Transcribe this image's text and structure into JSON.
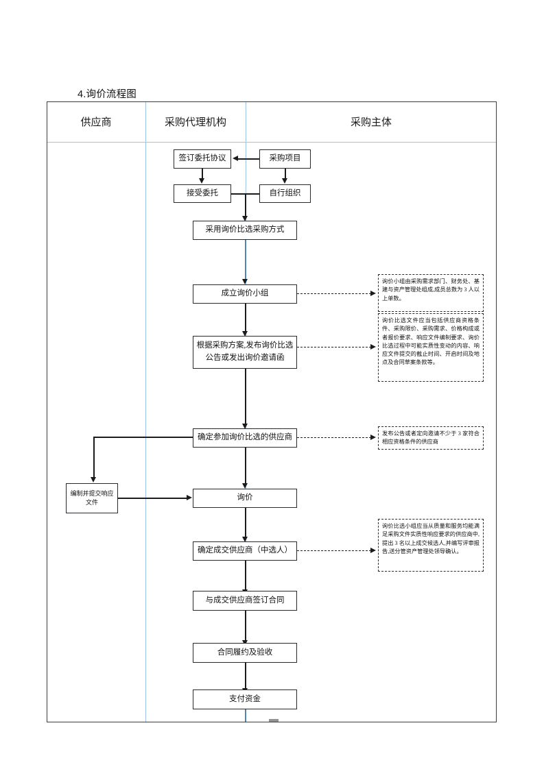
{
  "document": {
    "title": "4.询价流程图"
  },
  "lanes": [
    {
      "id": "supplier",
      "label": "供应商"
    },
    {
      "id": "agency",
      "label": "采购代理机构"
    },
    {
      "id": "purchaser",
      "label": "采购主体"
    }
  ],
  "nodes": {
    "sign_agreement": "签订委托协议",
    "procurement_project": "采购项目",
    "accept_entrust": "接受委托",
    "self_organize": "自行组织",
    "adopt_method": "采用询价比选采购方式",
    "form_group": "成立询价小组",
    "publish_notice": "根据采购方案,发布询价比选公告或发出询价邀请函",
    "determine_suppliers": "确定参加询价比选的供应商",
    "prepare_response": "编制并提交响应文件",
    "inquiry": "询价",
    "determine_winner": "确定成交供应商（中选人）",
    "sign_contract": "与成交供应商签订合同",
    "contract_performance": "合同履约及验收",
    "pay_funds": "支付资金"
  },
  "notes": {
    "group_composition": "询价小组由采购需求部门、财务处、基建与资产管理处组成,成员总数为 3 人以上单数。",
    "document_contents": "询价比选文件应当包括供应商资格条件、采购限价、采购需求、价格构成或者报价要求、响应文件编制要求、询价比选过程中可能实质性变动的内容、响应文件提交的截止时间、开启时间及地点及合同草案条款等。",
    "supplier_count": "发布公告或者定向邀请不少于 3 家符合相应资格条件的供应商",
    "candidate_selection": "询价比选小组应当从质量和服务均能满足采购文件实质性响应要求的供应商中,提出 3 名以上成交候选人,并编写评审报告,送分管资产管理处领导确认。"
  },
  "colors": {
    "lane_divider": "#9dc3e6",
    "box_border": "#26282b",
    "connector": "#1b1b1b",
    "accent_line": "#4a87b5",
    "frame": "#3b3b3b"
  }
}
